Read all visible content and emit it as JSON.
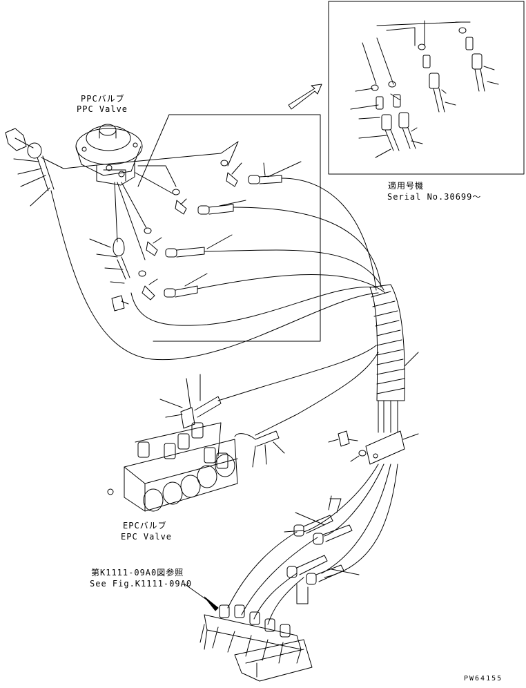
{
  "labels": {
    "ppc_valve_jp": "PPCバルブ",
    "ppc_valve_en": "PPC Valve",
    "applicable_jp": "適用号機",
    "serial": "Serial No.30699～",
    "epc_valve_jp": "EPCバルブ",
    "epc_valve_en": "EPC Valve",
    "ref_jp": "第K1111-09A0図参照",
    "ref_en": "See Fig.K1111-09A0",
    "drawing_no": "PW64155"
  }
}
